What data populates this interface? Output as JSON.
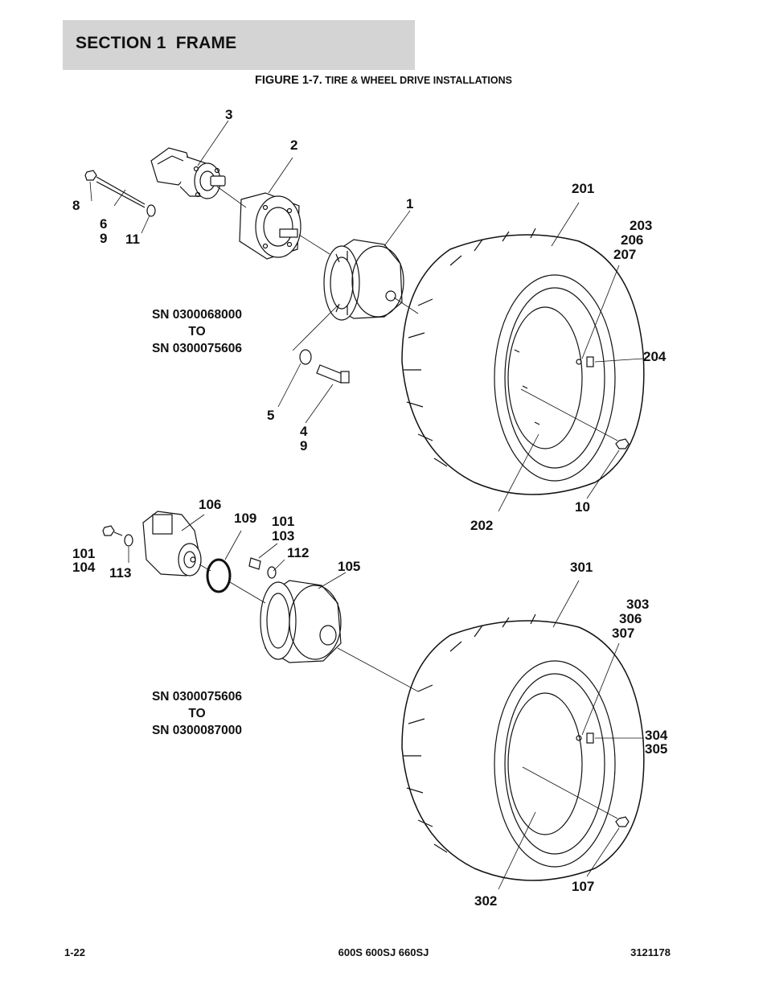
{
  "section": {
    "title": "SECTION 1  FRAME"
  },
  "figure": {
    "caption_lead": "FIGURE 1-7.",
    "caption_rest": " TIRE & WHEEL DRIVE INSTALLATIONS"
  },
  "callouts": {
    "c3": "3",
    "c2": "2",
    "c8": "8",
    "c6": "6",
    "c9a": "9",
    "c11": "11",
    "c1": "1",
    "c201": "201",
    "c203": "203",
    "c206": "206",
    "c207": "207",
    "c204": "204",
    "c5": "5",
    "c4": "4",
    "c9b": "9",
    "c10": "10",
    "c202": "202",
    "c106": "106",
    "c109": "109",
    "c101a": "101",
    "c103": "103",
    "c112": "112",
    "c101b": "101",
    "c104": "104",
    "c113": "113",
    "c105": "105",
    "c301": "301",
    "c303": "303",
    "c306": "306",
    "c307": "307",
    "c304": "304",
    "c305": "305",
    "c107": "107",
    "c302": "302"
  },
  "serial_notes": {
    "upper": [
      "SN 0300068000",
      "TO",
      "SN 0300075606"
    ],
    "lower": [
      "SN 0300075606",
      "TO",
      "SN 0300087000"
    ]
  },
  "footer": {
    "page": "1-22",
    "models": "600S 600SJ 660SJ",
    "doc_number": "3121178"
  }
}
